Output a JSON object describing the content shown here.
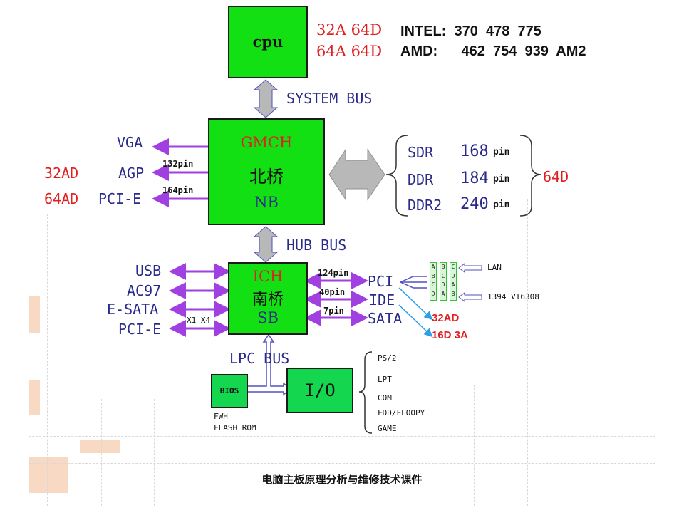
{
  "cpu": {
    "label": "cpu",
    "bus_widths": [
      "32A 64D",
      "64A 64D"
    ]
  },
  "sockets": {
    "intel": "INTEL:  370  478  775",
    "amd": "AMD:      462  754  939  AM2"
  },
  "system_bus": "SYSTEM BUS",
  "northbridge": {
    "line1": "GMCH",
    "line2": "北桥",
    "line3": "NB"
  },
  "nb_outputs": {
    "vga": "VGA",
    "agp": "AGP",
    "agp_width": "32AD",
    "agp_pins": "132pin",
    "pcie": "PCI-E",
    "pcie_width": "64AD",
    "pcie_pins": "164pin"
  },
  "memory": {
    "items": [
      {
        "type": "SDR",
        "pins": "168",
        "unit": "pin"
      },
      {
        "type": "DDR",
        "pins": "184",
        "unit": "pin"
      },
      {
        "type": "DDR2",
        "pins": "240",
        "unit": "pin"
      }
    ],
    "width": "64D"
  },
  "hub_bus": "HUB BUS",
  "southbridge": {
    "line1": "ICH",
    "line2": "南桥",
    "line3": "SB"
  },
  "sb_left": {
    "usb": "USB",
    "ac97": "AC97",
    "esata": "E-SATA",
    "pcie": "PCI-E",
    "pcie_lanes": "X1 X4"
  },
  "sb_right": {
    "pci": "PCI",
    "pci_pins": "124pin",
    "ide": "IDE",
    "ide_pins": "40pin",
    "sata": "SATA",
    "sata_pins": "7pin",
    "width1": "32AD",
    "width2": "16D 3A"
  },
  "pci_slots": [
    [
      "A",
      "B",
      "C",
      "D"
    ],
    [
      "B",
      "C",
      "D",
      "A"
    ],
    [
      "C",
      "D",
      "A",
      "B"
    ]
  ],
  "pci_devices": {
    "lan": "LAN",
    "firewire": "1394 VT6308"
  },
  "lpc_bus": "LPC BUS",
  "bios": {
    "label": "BIOS",
    "note1": "FWH",
    "note2": "FLASH ROM"
  },
  "io": {
    "label": "I/O",
    "items": [
      "PS/2",
      "LPT",
      "COM",
      "FDD/FLOOPY",
      "GAME"
    ]
  },
  "caption": "电脑主板原理分析与维修技术课件",
  "colors": {
    "chip_green": "#12e012",
    "io_green": "#14d64f",
    "arrow_purple": "#a040e0",
    "label_red": "#e02020",
    "label_navy": "#2a2a8a",
    "bus_gray": "#b8b8b8"
  }
}
